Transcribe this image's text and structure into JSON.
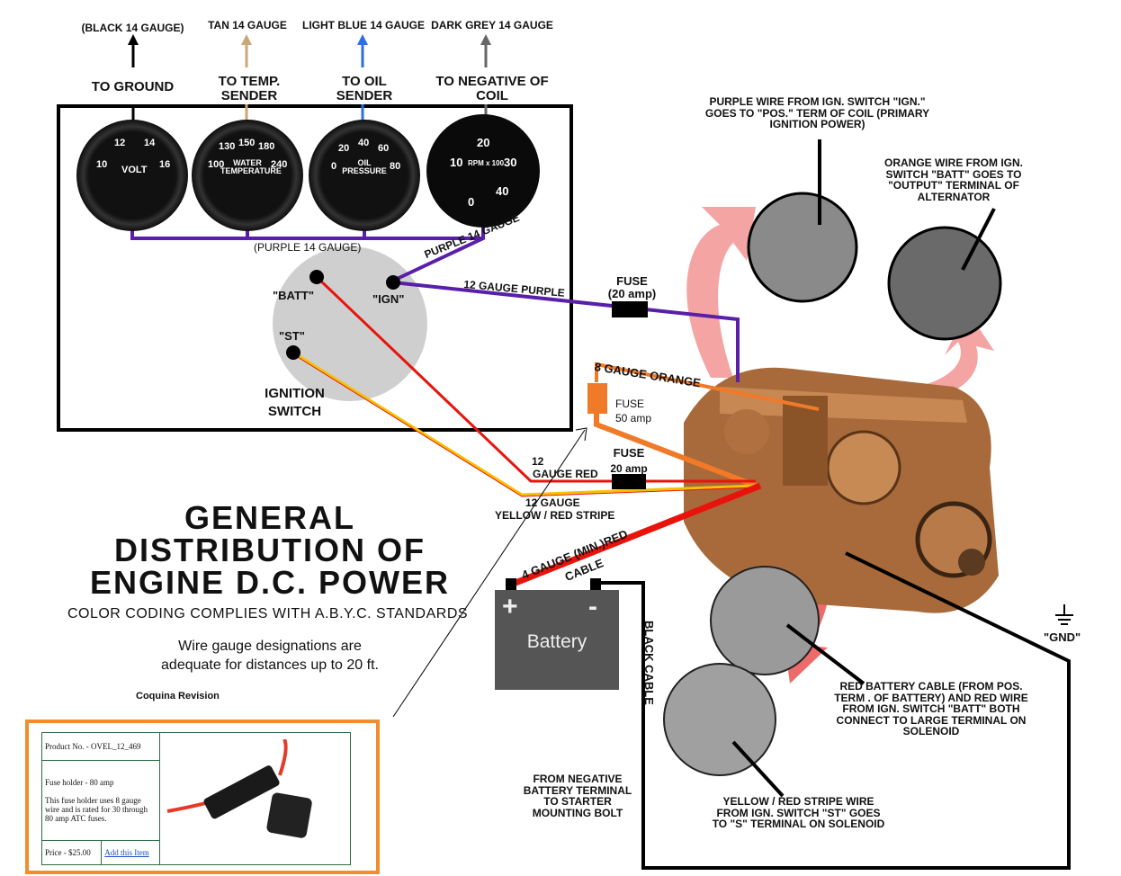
{
  "top_labels": [
    {
      "gauge": "(BLACK 14 GAUGE)",
      "dest": "TO GROUND",
      "color": "#000000"
    },
    {
      "gauge": "TAN 14 GAUGE",
      "dest": "TO TEMP. SENDER",
      "color": "#c8a878"
    },
    {
      "gauge": "LIGHT BLUE 14 GAUGE",
      "dest": "TO OIL SENDER",
      "color": "#2b6fe0"
    },
    {
      "gauge": "DARK GREY 14 GAUGE",
      "dest": "TO NEGATIVE OF COIL",
      "color": "#666666"
    }
  ],
  "gauges": [
    {
      "name": "VOLT",
      "ticks": [
        "10",
        "12",
        "14",
        "16"
      ]
    },
    {
      "name": "WATER TEMPERATURE",
      "ticks": [
        "100",
        "130",
        "150",
        "180",
        "240"
      ]
    },
    {
      "name": "OIL PRESSURE",
      "ticks": [
        "0",
        "20",
        "40",
        "60",
        "80"
      ]
    },
    {
      "name": "RPM x 100",
      "ticks": [
        "0",
        "10",
        "20",
        "30",
        "40"
      ]
    }
  ],
  "wires": {
    "purple_bus": "(PURPLE 14 GAUGE)",
    "purple_diag": "PURPLE 14 GAUGE",
    "purple_12": "12 GAUGE PURPLE",
    "fuse_20_top": "FUSE",
    "fuse_20_top_amp": "(20 amp)",
    "orange": "8 GAUGE ORANGE",
    "fuse_50": "FUSE",
    "fuse_50_amp": "50 amp",
    "fuse_20": "FUSE",
    "fuse_20_amp": "20 amp",
    "red_12_a": "12",
    "red_12_b": "GAUGE RED",
    "yellow_a": "12 GAUGE",
    "yellow_b": "YELLOW / RED STRIPE",
    "red_4_a": "4 GAUGE (MIN.)RED",
    "red_4_b": "CABLE",
    "black": "BLACK CABLE",
    "gnd": "\"GND\""
  },
  "colors": {
    "purple": "#5a1fa8",
    "orange": "#f07a28",
    "red": "#e8140c",
    "yellow": "#f5c000",
    "pink": "#f49a9a"
  },
  "ignition": {
    "batt": "\"BATT\"",
    "ign": "\"IGN\"",
    "st": "\"ST\"",
    "title": "IGNITION SWITCH"
  },
  "callouts": {
    "purple_ign": "PURPLE WIRE FROM IGN. SWITCH \"IGN.\" GOES TO \"POS.\" TERM OF COIL (PRIMARY IGNITION POWER)",
    "orange_batt": "ORANGE WIRE FROM IGN. SWITCH \"BATT\" GOES TO \"OUTPUT\" TERMINAL OF ALTERNATOR",
    "red_battery": "RED BATTERY CABLE (FROM POS. TERM . OF BATTERY) AND RED WIRE FROM IGN. SWITCH \"BATT\" BOTH CONNECT TO LARGE TERMINAL ON SOLENOID",
    "yellow_st": "YELLOW / RED STRIPE WIRE FROM IGN. SWITCH \"ST\" GOES TO \"S\" TERMINAL ON SOLENOID",
    "negative": "FROM NEGATIVE BATTERY TERMINAL TO STARTER MOUNTING BOLT"
  },
  "battery": {
    "plus": "+",
    "minus": "-",
    "label": "Battery"
  },
  "title": {
    "l1": "GENERAL",
    "l2": "DISTRIBUTION OF",
    "l3": "ENGINE D.C. POWER",
    "sub": "COLOR CODING COMPLIES WITH A.B.Y.C. STANDARDS",
    "note1": "Wire gauge designations are",
    "note2": "adequate for distances up to 20 ft.",
    "revision": "Coquina Revision"
  },
  "product": {
    "number": "Product No. - OVEL_12_469",
    "name": "Fuse holder - 80 amp",
    "desc": "This fuse holder uses 8 gauge wire and is rated for 30 through 80 amp ATC fuses.",
    "price": "Price - $25.00",
    "add": "Add this Item"
  }
}
